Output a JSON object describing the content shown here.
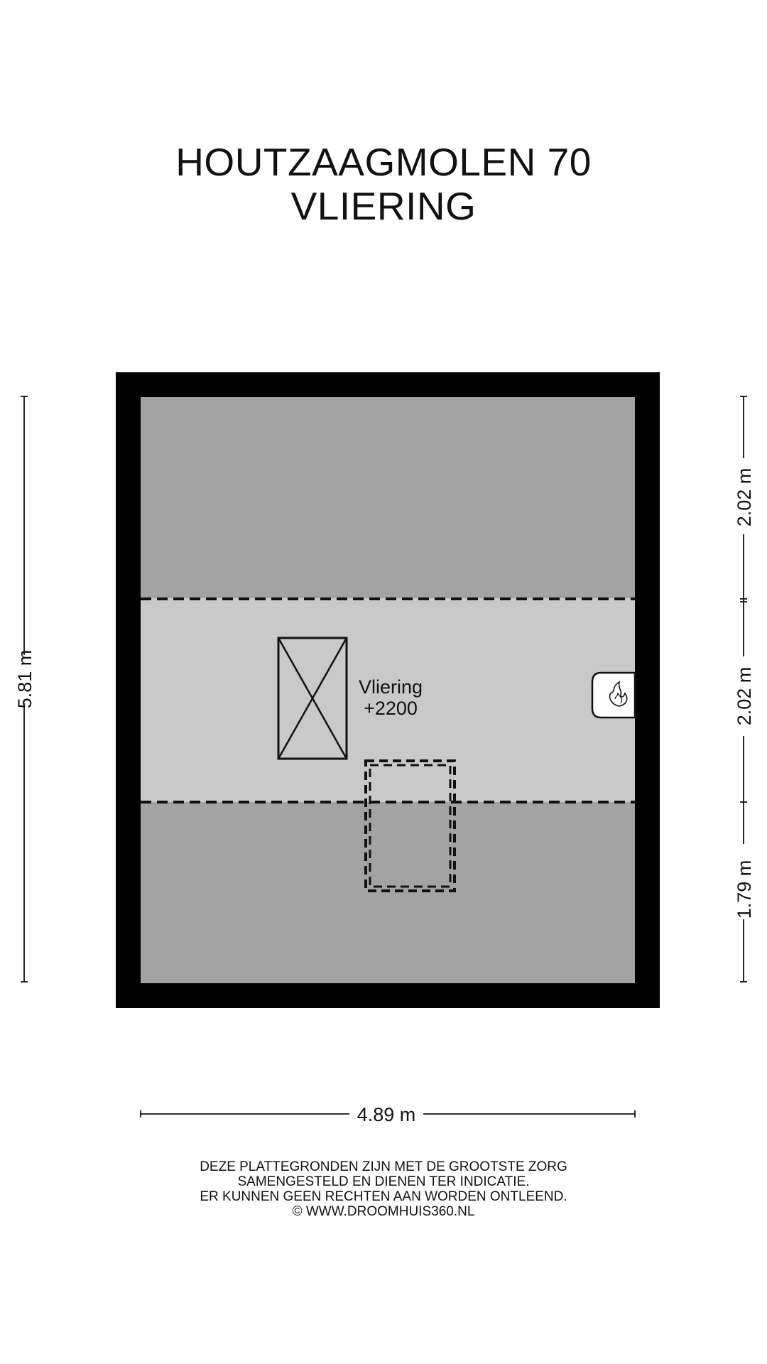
{
  "header": {
    "title_line1": "HOUTZAAGMOLEN 70",
    "title_line2": "VLIERING"
  },
  "room": {
    "name": "Vliering",
    "height_label": "+2200"
  },
  "dimensions": {
    "total_height": "5.81 m",
    "total_width": "4.89 m",
    "segment_top": "2.02 m",
    "segment_middle": "2.02 m",
    "segment_bottom": "1.79 m"
  },
  "colors": {
    "wall": "#000000",
    "slope_area": "#a3a3a3",
    "floor_area": "#c9c9c9",
    "line": "#111111"
  },
  "icons": {
    "skylight": "skylight-cross-icon",
    "hatch": "attic-hatch-icon",
    "boiler": "boiler-flame-icon"
  },
  "disclaimer": {
    "line1": "DEZE PLATTEGRONDEN ZIJN MET DE GROOTSTE ZORG",
    "line2": "SAMENGESTELD EN DIENEN TER INDICATIE.",
    "line3": "ER KUNNEN GEEN RECHTEN AAN WORDEN ONTLEEND.",
    "line4": "© WWW.DROOMHUIS360.NL"
  }
}
